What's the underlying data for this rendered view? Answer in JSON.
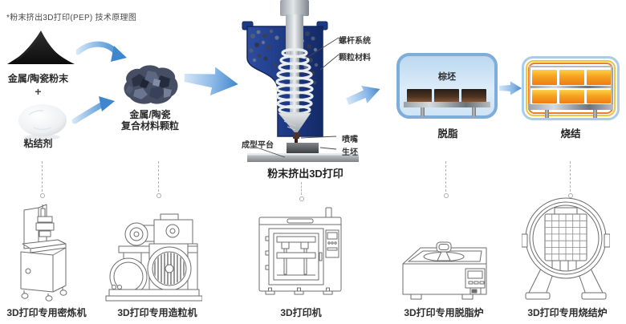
{
  "title": "*粉末挤出3D打印(PEP) 技术原理图",
  "materials": {
    "powder_label": "金属/陶瓷粉末",
    "plus": "+",
    "binder_label": "粘结剂",
    "granule_label_line1": "金属/陶瓷",
    "granule_label_line2": "复合材料颗粒"
  },
  "printer": {
    "screw_label": "螺杆系统",
    "granule_label": "颗粒材料",
    "platform_label": "成型平台",
    "nozzle_label": "喷嘴",
    "green_body_label": "生坯",
    "caption": "粉末挤出3D打印"
  },
  "debinding": {
    "inner_label": "棕坯",
    "caption": "脱脂"
  },
  "sintering": {
    "caption": "烧结"
  },
  "machines": [
    {
      "label": "3D打印专用密炼机"
    },
    {
      "label": "3D打印专用造粒机"
    },
    {
      "label": "3D打印机"
    },
    {
      "label": "3D打印专用脱脂炉"
    },
    {
      "label": "3D打印专用烧结炉"
    }
  ],
  "colors": {
    "arrow_blue": "#3e86cd",
    "arrow_light": "#d7e9f8",
    "extruder_navy": "#2a4795",
    "box_border_blue": "#7fadd9",
    "box_fill_blue": "#dcecf9",
    "orange_block": "#f6a21f",
    "yellow_ring": "#f3c53d",
    "orange_ring": "#ec7f2b",
    "brown_block": "#4c3322"
  }
}
